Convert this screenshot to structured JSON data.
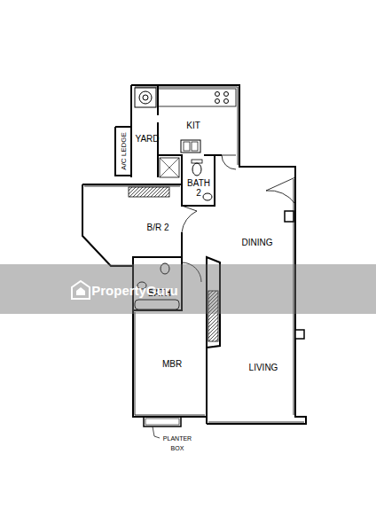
{
  "diagram": {
    "labels": [
      "KIT",
      "YARD",
      "A/C LEDGE",
      "BATH 2",
      "B/R 2",
      "DINING",
      "BATH",
      "MBR",
      "LIVING",
      "PLANTER BOX",
      "PropertyGuru"
    ]
  }
}
